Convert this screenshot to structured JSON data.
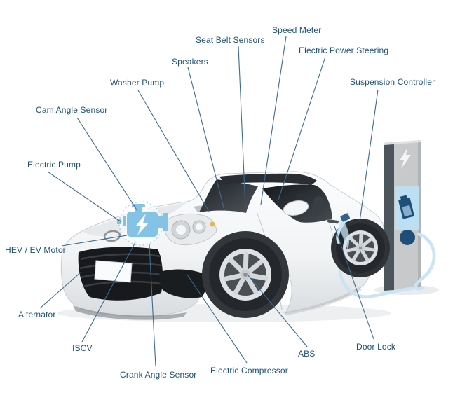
{
  "page": {
    "background": "#FFFFFF"
  },
  "labels": [
    {
      "id": "speed-meter",
      "text": "Speed Meter"
    },
    {
      "id": "seat-belt-sensors",
      "text": "Seat Belt Sensors"
    },
    {
      "id": "electric-power-steering",
      "text": "Electric Power Steering"
    },
    {
      "id": "speakers",
      "text": "Speakers"
    },
    {
      "id": "washer-pump",
      "text": "Washer Pump"
    },
    {
      "id": "suspension-controller",
      "text": "Suspension Controller"
    },
    {
      "id": "cam-angle-sensor",
      "text": "Cam Angle Sensor"
    },
    {
      "id": "electric-pump",
      "text": "Electric Pump"
    },
    {
      "id": "hev-ev-motor",
      "text": "HEV / EV Motor"
    },
    {
      "id": "alternator",
      "text": "Alternator"
    },
    {
      "id": "iscv",
      "text": "ISCV"
    },
    {
      "id": "crank-angle-sensor",
      "text": "Crank Angle Sensor"
    },
    {
      "id": "electric-compressor",
      "text": "Electric Compressor"
    },
    {
      "id": "abs",
      "text": "ABS"
    },
    {
      "id": "door-lock",
      "text": "Door Lock"
    }
  ],
  "icons": [
    {
      "name": "engine-icon"
    },
    {
      "name": "lightning-bolt-icon"
    },
    {
      "name": "battery-icon"
    },
    {
      "name": "charge-button"
    }
  ],
  "colors": {
    "label_text": "#1D5276",
    "leader_line": "#3C6A94",
    "engine_icon": "#85C3E6",
    "engine_ring": "#A9D6EE",
    "cable": "#C9E5F3",
    "station_body": "#C7C9CB",
    "station_side": "#4D555C",
    "station_screen": "#BCE0F1",
    "station_accent": "#1F4E79",
    "car_glass": "#24282D",
    "car_tire": "#24282C"
  }
}
